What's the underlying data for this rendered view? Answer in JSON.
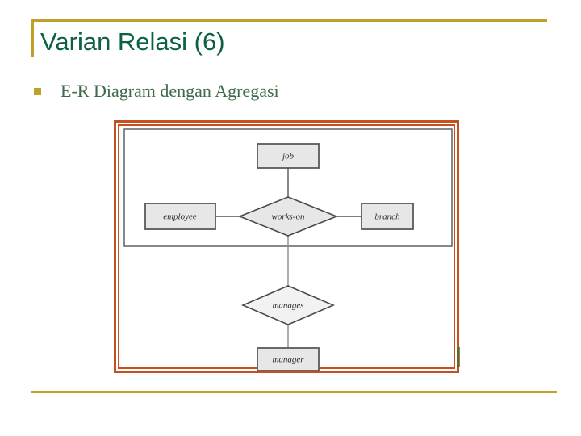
{
  "slide": {
    "title": "Varian Relasi (6)",
    "bullets": [
      {
        "marker": "square-bullet",
        "text": "E-R Diagram dengan Agregasi"
      }
    ],
    "accent_color": "#bfa029",
    "title_color": "#0b6141",
    "bullet_text_color": "#3d6b4a"
  },
  "figure": {
    "frame_color": "#c4511f",
    "node_fill": "#e7e7e7",
    "node_stroke": "#5a5a5a",
    "line_color": "#555555",
    "aggregation_box": {
      "name": "aggregation-boundary",
      "encloses": [
        "employee",
        "works-on",
        "branch",
        "job"
      ]
    },
    "entities": [
      {
        "id": "job",
        "label": "job",
        "shape": "rectangle"
      },
      {
        "id": "employee",
        "label": "employee",
        "shape": "rectangle"
      },
      {
        "id": "branch",
        "label": "branch",
        "shape": "rectangle"
      },
      {
        "id": "manager",
        "label": "manager",
        "shape": "rectangle"
      }
    ],
    "relationships": [
      {
        "id": "works-on",
        "label": "works-on",
        "shape": "diamond"
      },
      {
        "id": "manages",
        "label": "manages",
        "shape": "diamond"
      }
    ],
    "links": [
      {
        "from": "employee",
        "to": "works-on"
      },
      {
        "from": "works-on",
        "to": "branch"
      },
      {
        "from": "job",
        "to": "works-on"
      },
      {
        "from": "works-on",
        "to": "manages"
      },
      {
        "from": "manages",
        "to": "manager"
      }
    ]
  }
}
